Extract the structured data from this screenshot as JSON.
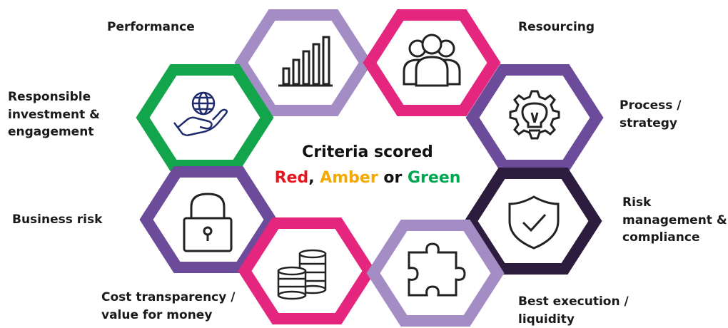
{
  "center": {
    "line1": "Criteria scored",
    "red": "Red",
    "comma": ",",
    "amber": "Amber",
    "or": "or",
    "green": "Green",
    "colors": {
      "red": "#e8141c",
      "amber": "#f5a800",
      "green": "#00a650"
    }
  },
  "criteria": [
    {
      "label": "Performance",
      "icon": "bar-chart-icon",
      "color": "#a48cc4"
    },
    {
      "label": "Resourcing",
      "icon": "people-group-icon",
      "color": "#e5267f"
    },
    {
      "label": "Responsible\ninvestment &\nengagement",
      "icon": "globe-in-hand-icon",
      "color": "#13a54b"
    },
    {
      "label": "Process /\nstrategy",
      "icon": "gear-lightbulb-icon",
      "color": "#6b4b9a"
    },
    {
      "label": "Business risk",
      "icon": "padlock-icon",
      "color": "#6b4b9a"
    },
    {
      "label": "Risk\nmanagement &\ncompliance",
      "icon": "shield-check-icon",
      "color": "#2d1c3d"
    },
    {
      "label": "Cost transparency /\nvalue for money",
      "icon": "coin-stacks-icon",
      "color": "#e5267f"
    },
    {
      "label": "Best execution /\nliquidity",
      "icon": "puzzle-piece-icon",
      "color": "#a48cc4"
    }
  ]
}
